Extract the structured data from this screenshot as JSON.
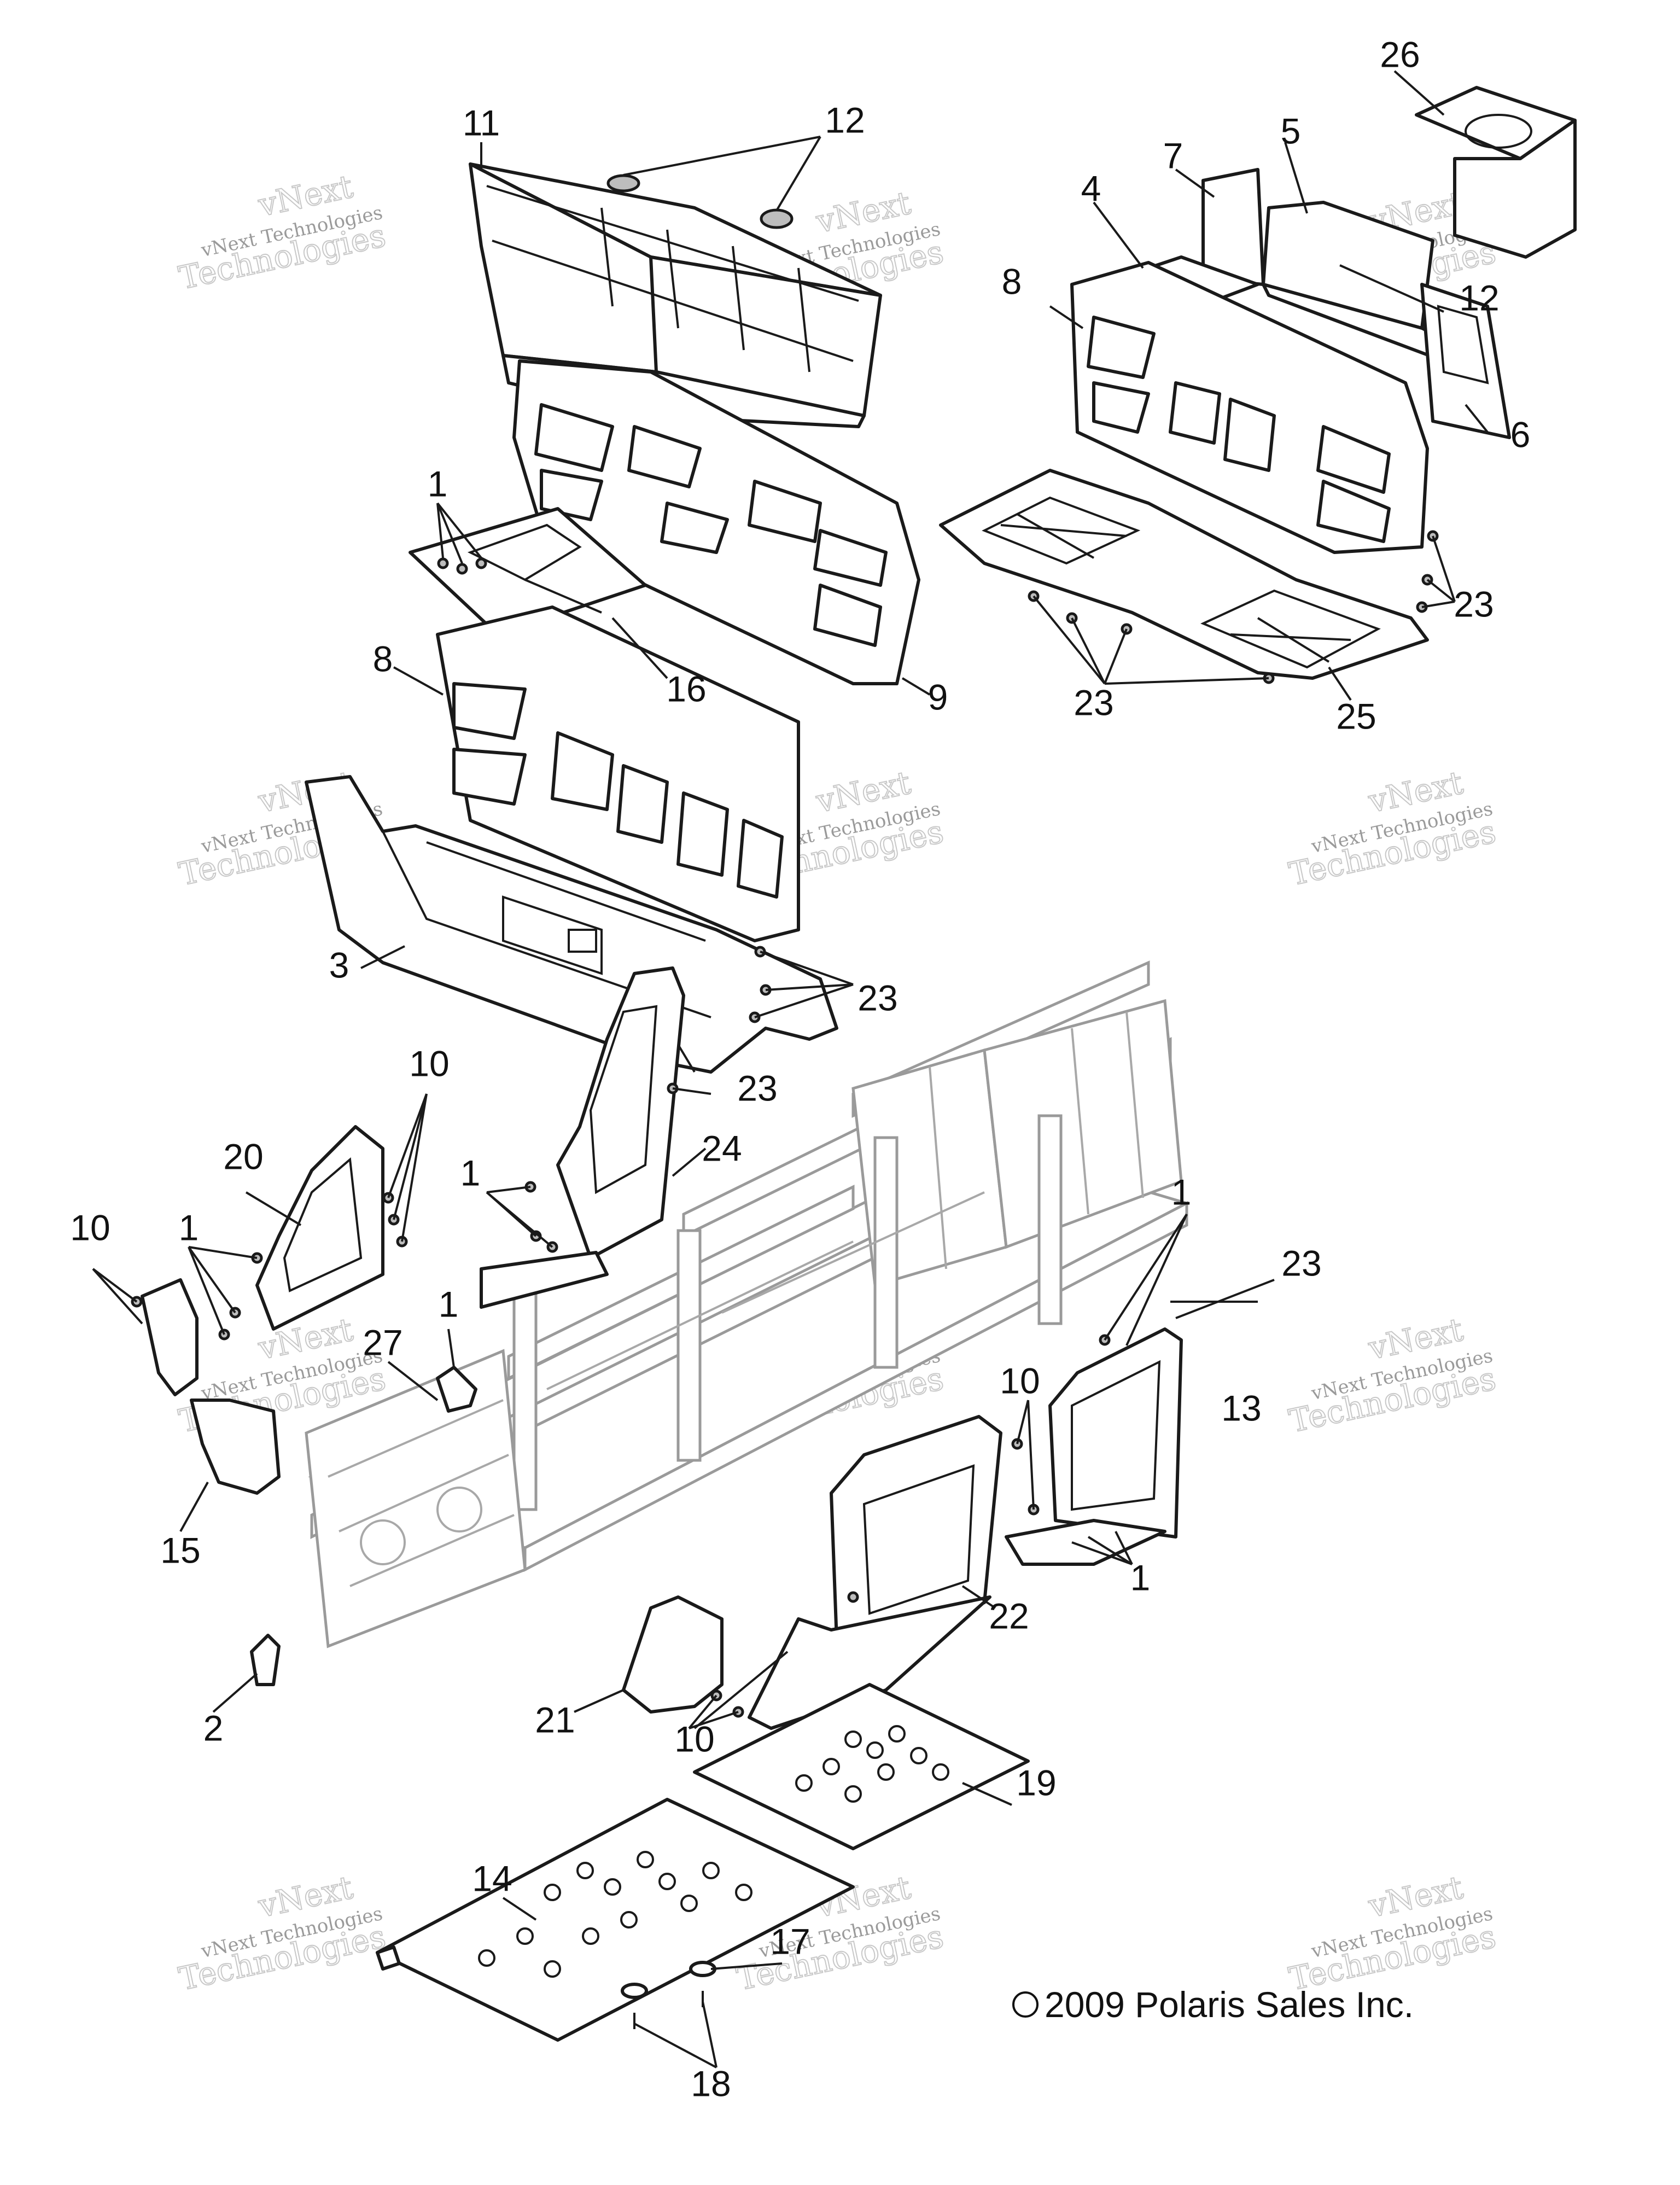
{
  "diagram": {
    "callouts": {
      "c1a": "1",
      "c1b": "1",
      "c1c": "1",
      "c1d": "1",
      "c1e": "1",
      "c1f": "1",
      "c2": "2",
      "c3": "3",
      "c4": "4",
      "c5": "5",
      "c6": "6",
      "c7": "7",
      "c8a": "8",
      "c8b": "8",
      "c9": "9",
      "c10a": "10",
      "c10b": "10",
      "c10c": "10",
      "c10d": "10",
      "c11": "11",
      "c12a": "12",
      "c12b": "12",
      "c13": "13",
      "c14": "14",
      "c15": "15",
      "c16": "16",
      "c17": "17",
      "c18": "18",
      "c19": "19",
      "c20": "20",
      "c21": "21",
      "c22": "22",
      "c23a": "23",
      "c23b": "23",
      "c23c": "23",
      "c23d": "23",
      "c23e": "23",
      "c24": "24",
      "c25": "25",
      "c26": "26",
      "c27": "27"
    },
    "watermark": {
      "top": "vNext",
      "middle": "vNext Technologies",
      "bottom": "Technologies"
    },
    "copyright": "2009 Polaris Sales Inc.",
    "copyright_symbol": "©"
  }
}
